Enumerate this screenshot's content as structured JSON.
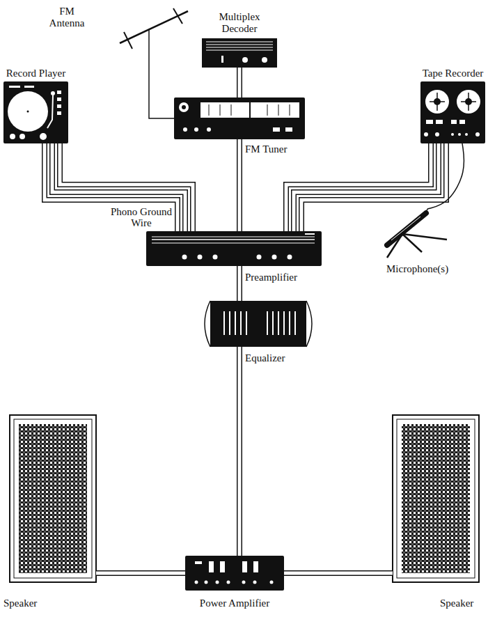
{
  "diagram": {
    "nodes": [
      {
        "text": [
          "FM Antenna"
        ]
      },
      {
        "text": [
          "Multiplex Decoder"
        ]
      },
      {
        "text": [
          "Record Player"
        ]
      },
      {
        "text": [
          "Tape Recorder"
        ]
      },
      {
        "text": [
          "FM Tuner"
        ]
      },
      {
        "text": [
          "Preamplifier"
        ]
      },
      {
        "text": [
          "Microphone(s)"
        ]
      },
      {
        "text": [
          "Equalizer"
        ]
      },
      {
        "text": [
          "Speaker"
        ]
      },
      {
        "text": [
          "Power Amplifier"
        ]
      },
      {
        "text": [
          "Speaker"
        ]
      }
    ],
    "edges": [
      {
        "from": 0,
        "to": 4,
        "arrow": "none"
      },
      {
        "from": 1,
        "to": 4,
        "arrow": "none"
      },
      {
        "from": 2,
        "to": 5,
        "arrow": "none"
      },
      {
        "from": 4,
        "to": 5,
        "arrow": "none"
      },
      {
        "from": 3,
        "to": 5,
        "arrow": "none"
      },
      {
        "from": 6,
        "to": 3,
        "arrow": "none"
      },
      {
        "from": 5,
        "to": 7,
        "arrow": "none"
      },
      {
        "from": 7,
        "to": 9,
        "arrow": "none"
      },
      {
        "from": 9,
        "to": 8,
        "arrow": "none"
      },
      {
        "from": 9,
        "to": 10,
        "arrow": "none"
      }
    ],
    "labels": [
      "Phono Ground Wire"
    ]
  }
}
